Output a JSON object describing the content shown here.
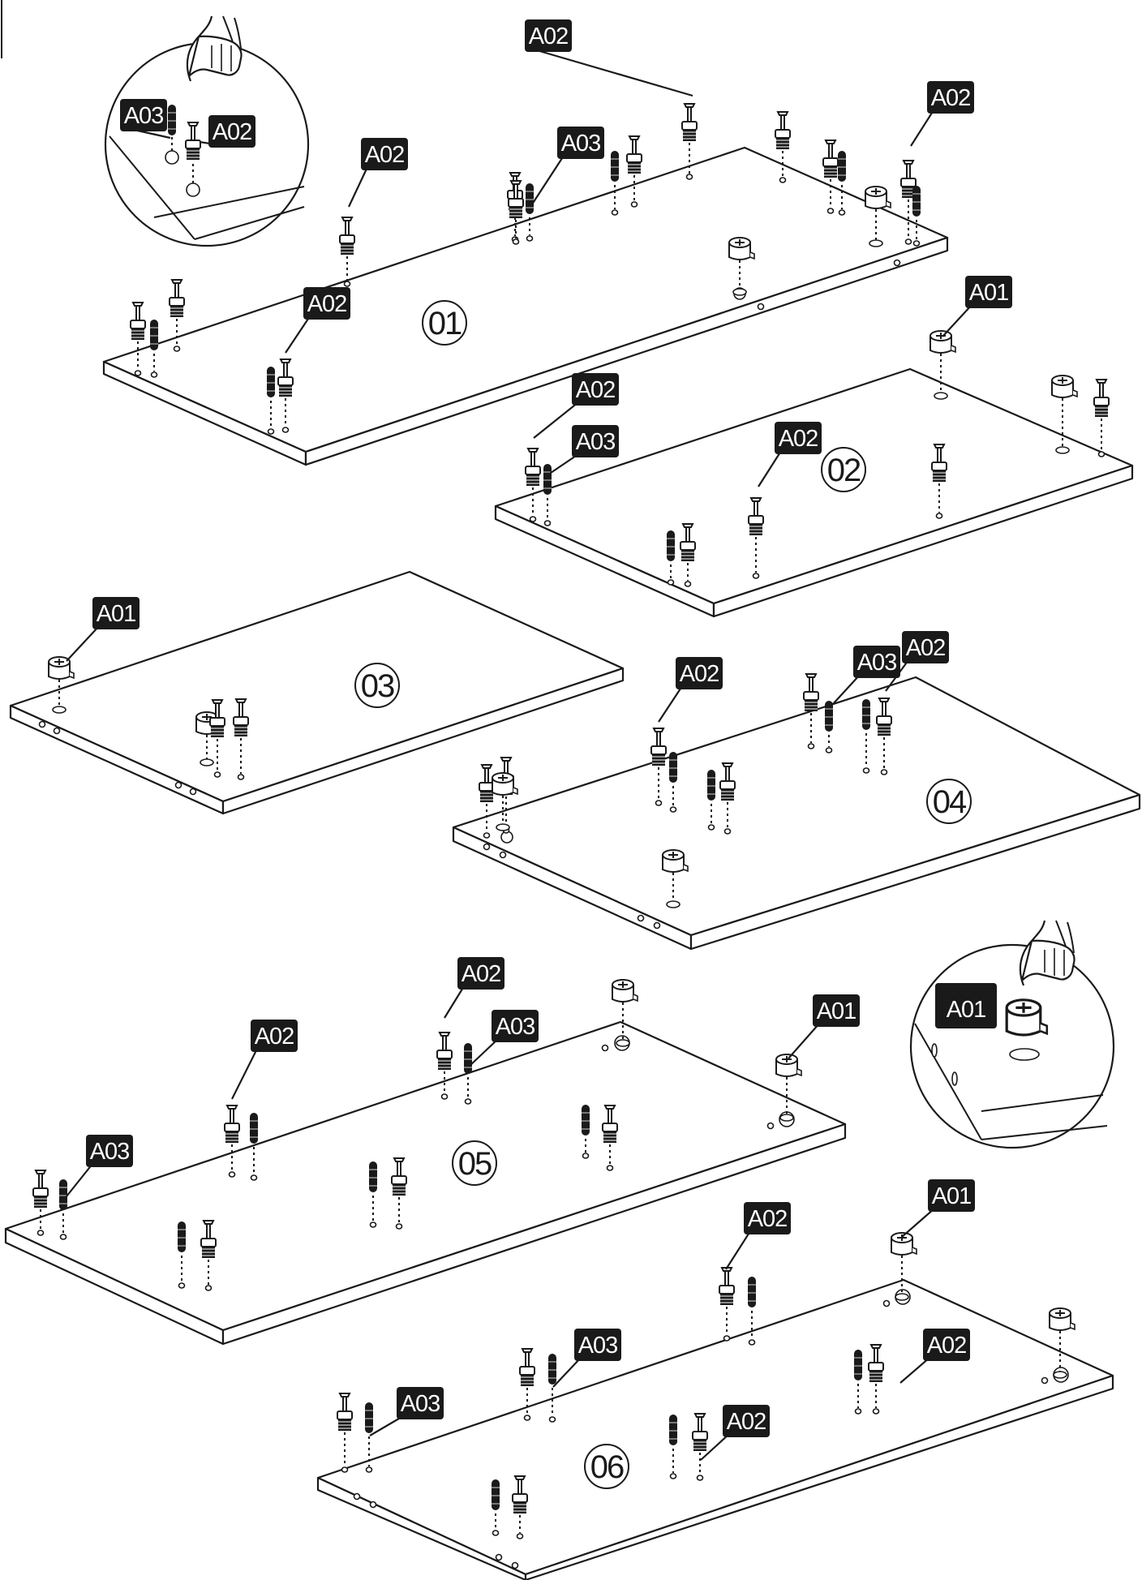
{
  "panels": [
    {
      "id": "panel-01",
      "number": "01"
    },
    {
      "id": "panel-02",
      "number": "02"
    },
    {
      "id": "panel-03",
      "number": "03"
    },
    {
      "id": "panel-04",
      "number": "04"
    },
    {
      "id": "panel-05",
      "number": "05"
    },
    {
      "id": "panel-06",
      "number": "06"
    }
  ],
  "hardware": {
    "cam_lock": "A01",
    "cam_bolt": "A02",
    "wood_dowel": "A03"
  },
  "callouts": [
    {
      "panel": "detail-top",
      "label": "A03"
    },
    {
      "panel": "detail-top",
      "label": "A02"
    },
    {
      "panel": "01",
      "label": "A02"
    },
    {
      "panel": "01",
      "label": "A02"
    },
    {
      "panel": "01",
      "label": "A03"
    },
    {
      "panel": "01",
      "label": "A02"
    },
    {
      "panel": "01",
      "label": "A02"
    },
    {
      "panel": "02",
      "label": "A01"
    },
    {
      "panel": "02",
      "label": "A02"
    },
    {
      "panel": "02",
      "label": "A03"
    },
    {
      "panel": "02",
      "label": "A02"
    },
    {
      "panel": "03",
      "label": "A01"
    },
    {
      "panel": "04",
      "label": "A02"
    },
    {
      "panel": "04",
      "label": "A03"
    },
    {
      "panel": "04",
      "label": "A02"
    },
    {
      "panel": "detail-right",
      "label": "A01"
    },
    {
      "panel": "05",
      "label": "A02"
    },
    {
      "panel": "05",
      "label": "A03"
    },
    {
      "panel": "05",
      "label": "A02"
    },
    {
      "panel": "05",
      "label": "A01"
    },
    {
      "panel": "05",
      "label": "A03"
    },
    {
      "panel": "06",
      "label": "A01"
    },
    {
      "panel": "06",
      "label": "A02"
    },
    {
      "panel": "06",
      "label": "A03"
    },
    {
      "panel": "06",
      "label": "A02"
    },
    {
      "panel": "06",
      "label": "A03"
    },
    {
      "panel": "06",
      "label": "A02"
    }
  ]
}
